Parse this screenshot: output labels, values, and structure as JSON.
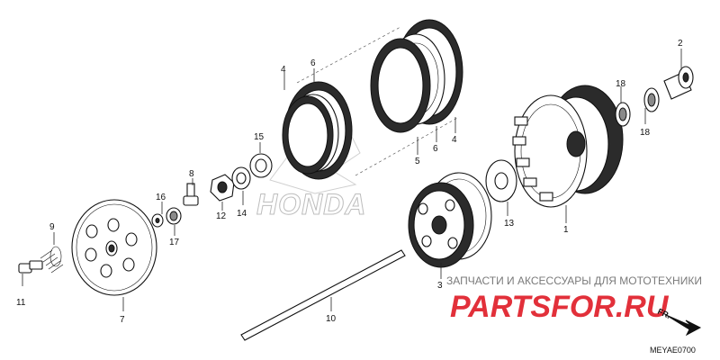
{
  "callouts": {
    "c1": "1",
    "c2": "2",
    "c3": "3",
    "c4a": "4",
    "c4b": "4",
    "c5": "5",
    "c6a": "6",
    "c6b": "6",
    "c7": "7",
    "c8": "8",
    "c9": "9",
    "c10": "10",
    "c11": "11",
    "c12": "12",
    "c13": "13",
    "c14": "14",
    "c15": "15",
    "c16": "16",
    "c17": "17",
    "c18a": "18",
    "c18b": "18"
  },
  "watermark": {
    "logo": "HONDA",
    "caption": "ЗАПЧАСТИ И АКСЕССУАРЫ ДЛЯ МОТОТЕХНИКИ",
    "brand": "PARTSFOR.RU"
  },
  "direction_label": "FR.",
  "diagram_code": "MEYAE0700",
  "colors": {
    "line": "#111111",
    "watermark_red": "#e2303a",
    "watermark_gray": "#bdbdbd"
  }
}
